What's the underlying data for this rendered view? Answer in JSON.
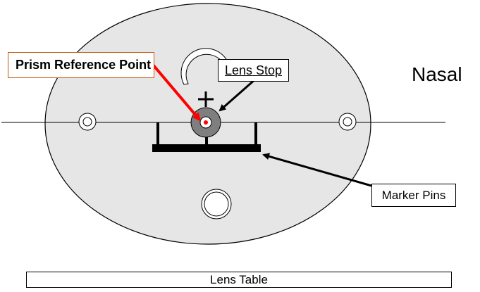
{
  "labels": {
    "prism_reference_point": "Prism Reference Point",
    "lens_stop": "Lens Stop",
    "nasal": "Nasal",
    "marker_pins": "Marker Pins",
    "lens_table": "Lens Table"
  },
  "colors": {
    "plate_fill": "#e6e6e6",
    "line": "#000000",
    "prism_arrow": "#ff0000",
    "prism_label_border": "#c55a11",
    "lens_stop_fill": "#7f7f7f"
  }
}
